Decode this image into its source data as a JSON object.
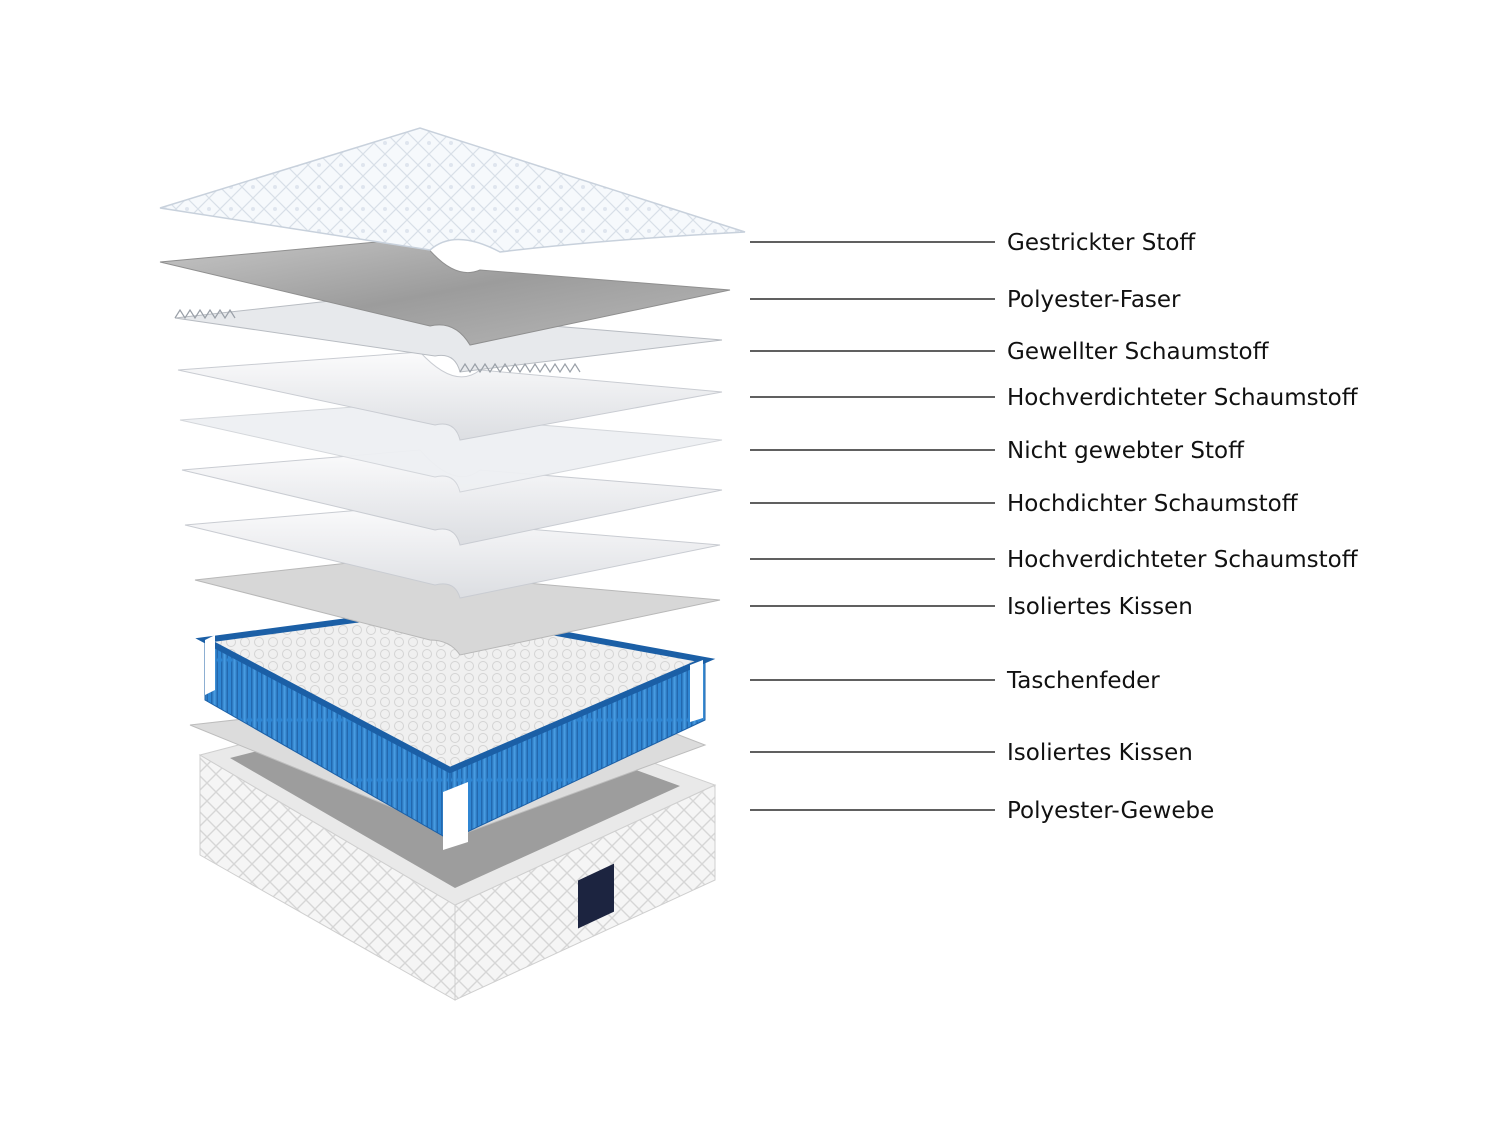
{
  "layers": [
    {
      "label": "Gestrickter Stoff"
    },
    {
      "label": "Polyester-Faser"
    },
    {
      "label": "Gewellter Schaumstoff"
    },
    {
      "label": "Hochverdichteter Schaumstoff"
    },
    {
      "label": "Nicht gewebter Stoff"
    },
    {
      "label": "Hochdichter Schaumstoff"
    },
    {
      "label": "Hochverdichteter Schaumstoff"
    },
    {
      "label": "Isoliertes Kissen"
    },
    {
      "label": "Taschenfeder"
    },
    {
      "label": "Isoliertes Kissen"
    },
    {
      "label": "Polyester-Gewebe"
    }
  ],
  "colors": {
    "knit": "#f4f8fc",
    "fiber": "#a9a9a9",
    "foam": "#f2f3f5",
    "spring": "#2f86d3",
    "spring_dark": "#1b5fa6",
    "base_fabric": "#f7f7f7",
    "label_tag": "#1c2440"
  }
}
